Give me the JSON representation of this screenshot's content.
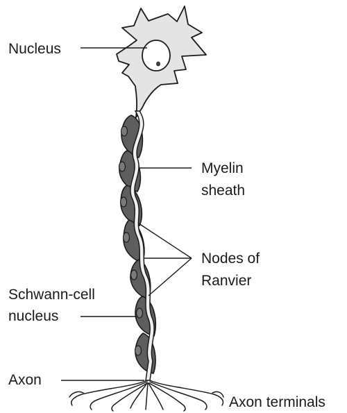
{
  "labels": {
    "nucleus": "Nucleus",
    "myelin_line1": "Myelin",
    "myelin_line2": "sheath",
    "nodes_line1": "Nodes of",
    "nodes_line2": "Ranvier",
    "schwann_line1": "Schwann-cell",
    "schwann_line2": "nucleus",
    "axon": "Axon",
    "axon_terminals": "Axon terminals"
  },
  "colors": {
    "cell_body_fill": "#e4e4e4",
    "myelin_fill": "#5e5e5e",
    "axon_fill": "#efefef",
    "outline": "#1a1a1a",
    "label_text": "#1a1a1a"
  }
}
